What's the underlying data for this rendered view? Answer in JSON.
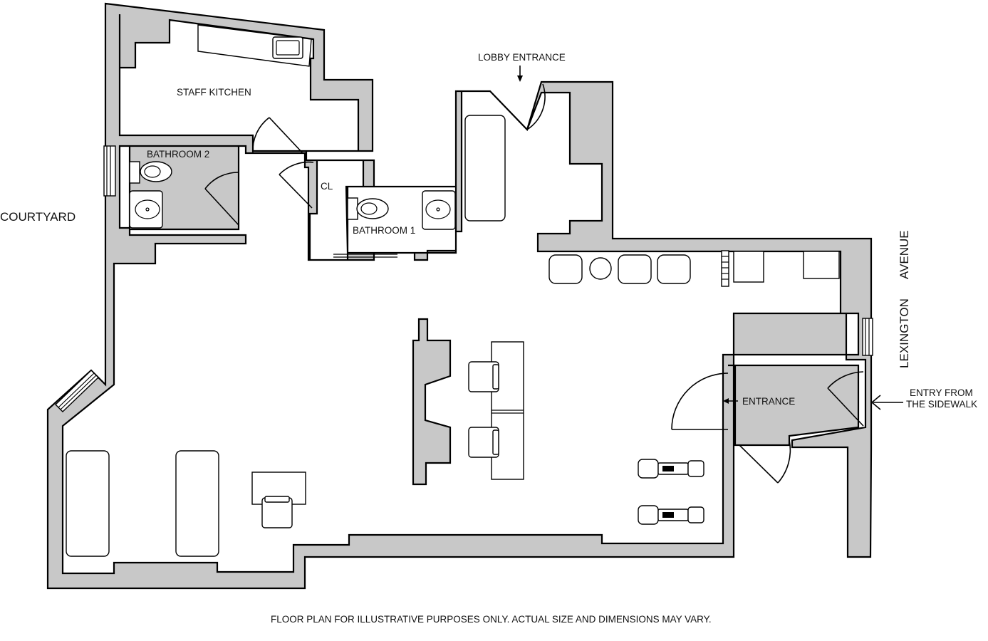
{
  "labels": {
    "staff_kitchen": "STAFF KITCHEN",
    "bathroom_2": "BATHROOM 2",
    "bathroom_1": "BATHROOM 1",
    "closet": "CL",
    "courtyard": "COURTYARD",
    "lobby_entrance": "LOBBY ENTRANCE",
    "street_lexington": "LEXINGTON",
    "street_avenue": "AVENUE",
    "entrance": "ENTRANCE",
    "entry_line_1": "ENTRY FROM",
    "entry_line_2": "THE SIDEWALK",
    "disclaimer": "FLOOR PLAN FOR ILLUSTRATIVE PURPOSES ONLY. ACTUAL SIZE AND DIMENSIONS MAY VARY."
  },
  "colors": {
    "wall_fill": "#c8c8c8",
    "line": "#000000",
    "background": "#ffffff"
  },
  "icons": [
    "arrow-down-icon",
    "arrow-left-icon",
    "toilet-icon",
    "sink-icon",
    "chair-icon",
    "exercise-bike-icon"
  ]
}
